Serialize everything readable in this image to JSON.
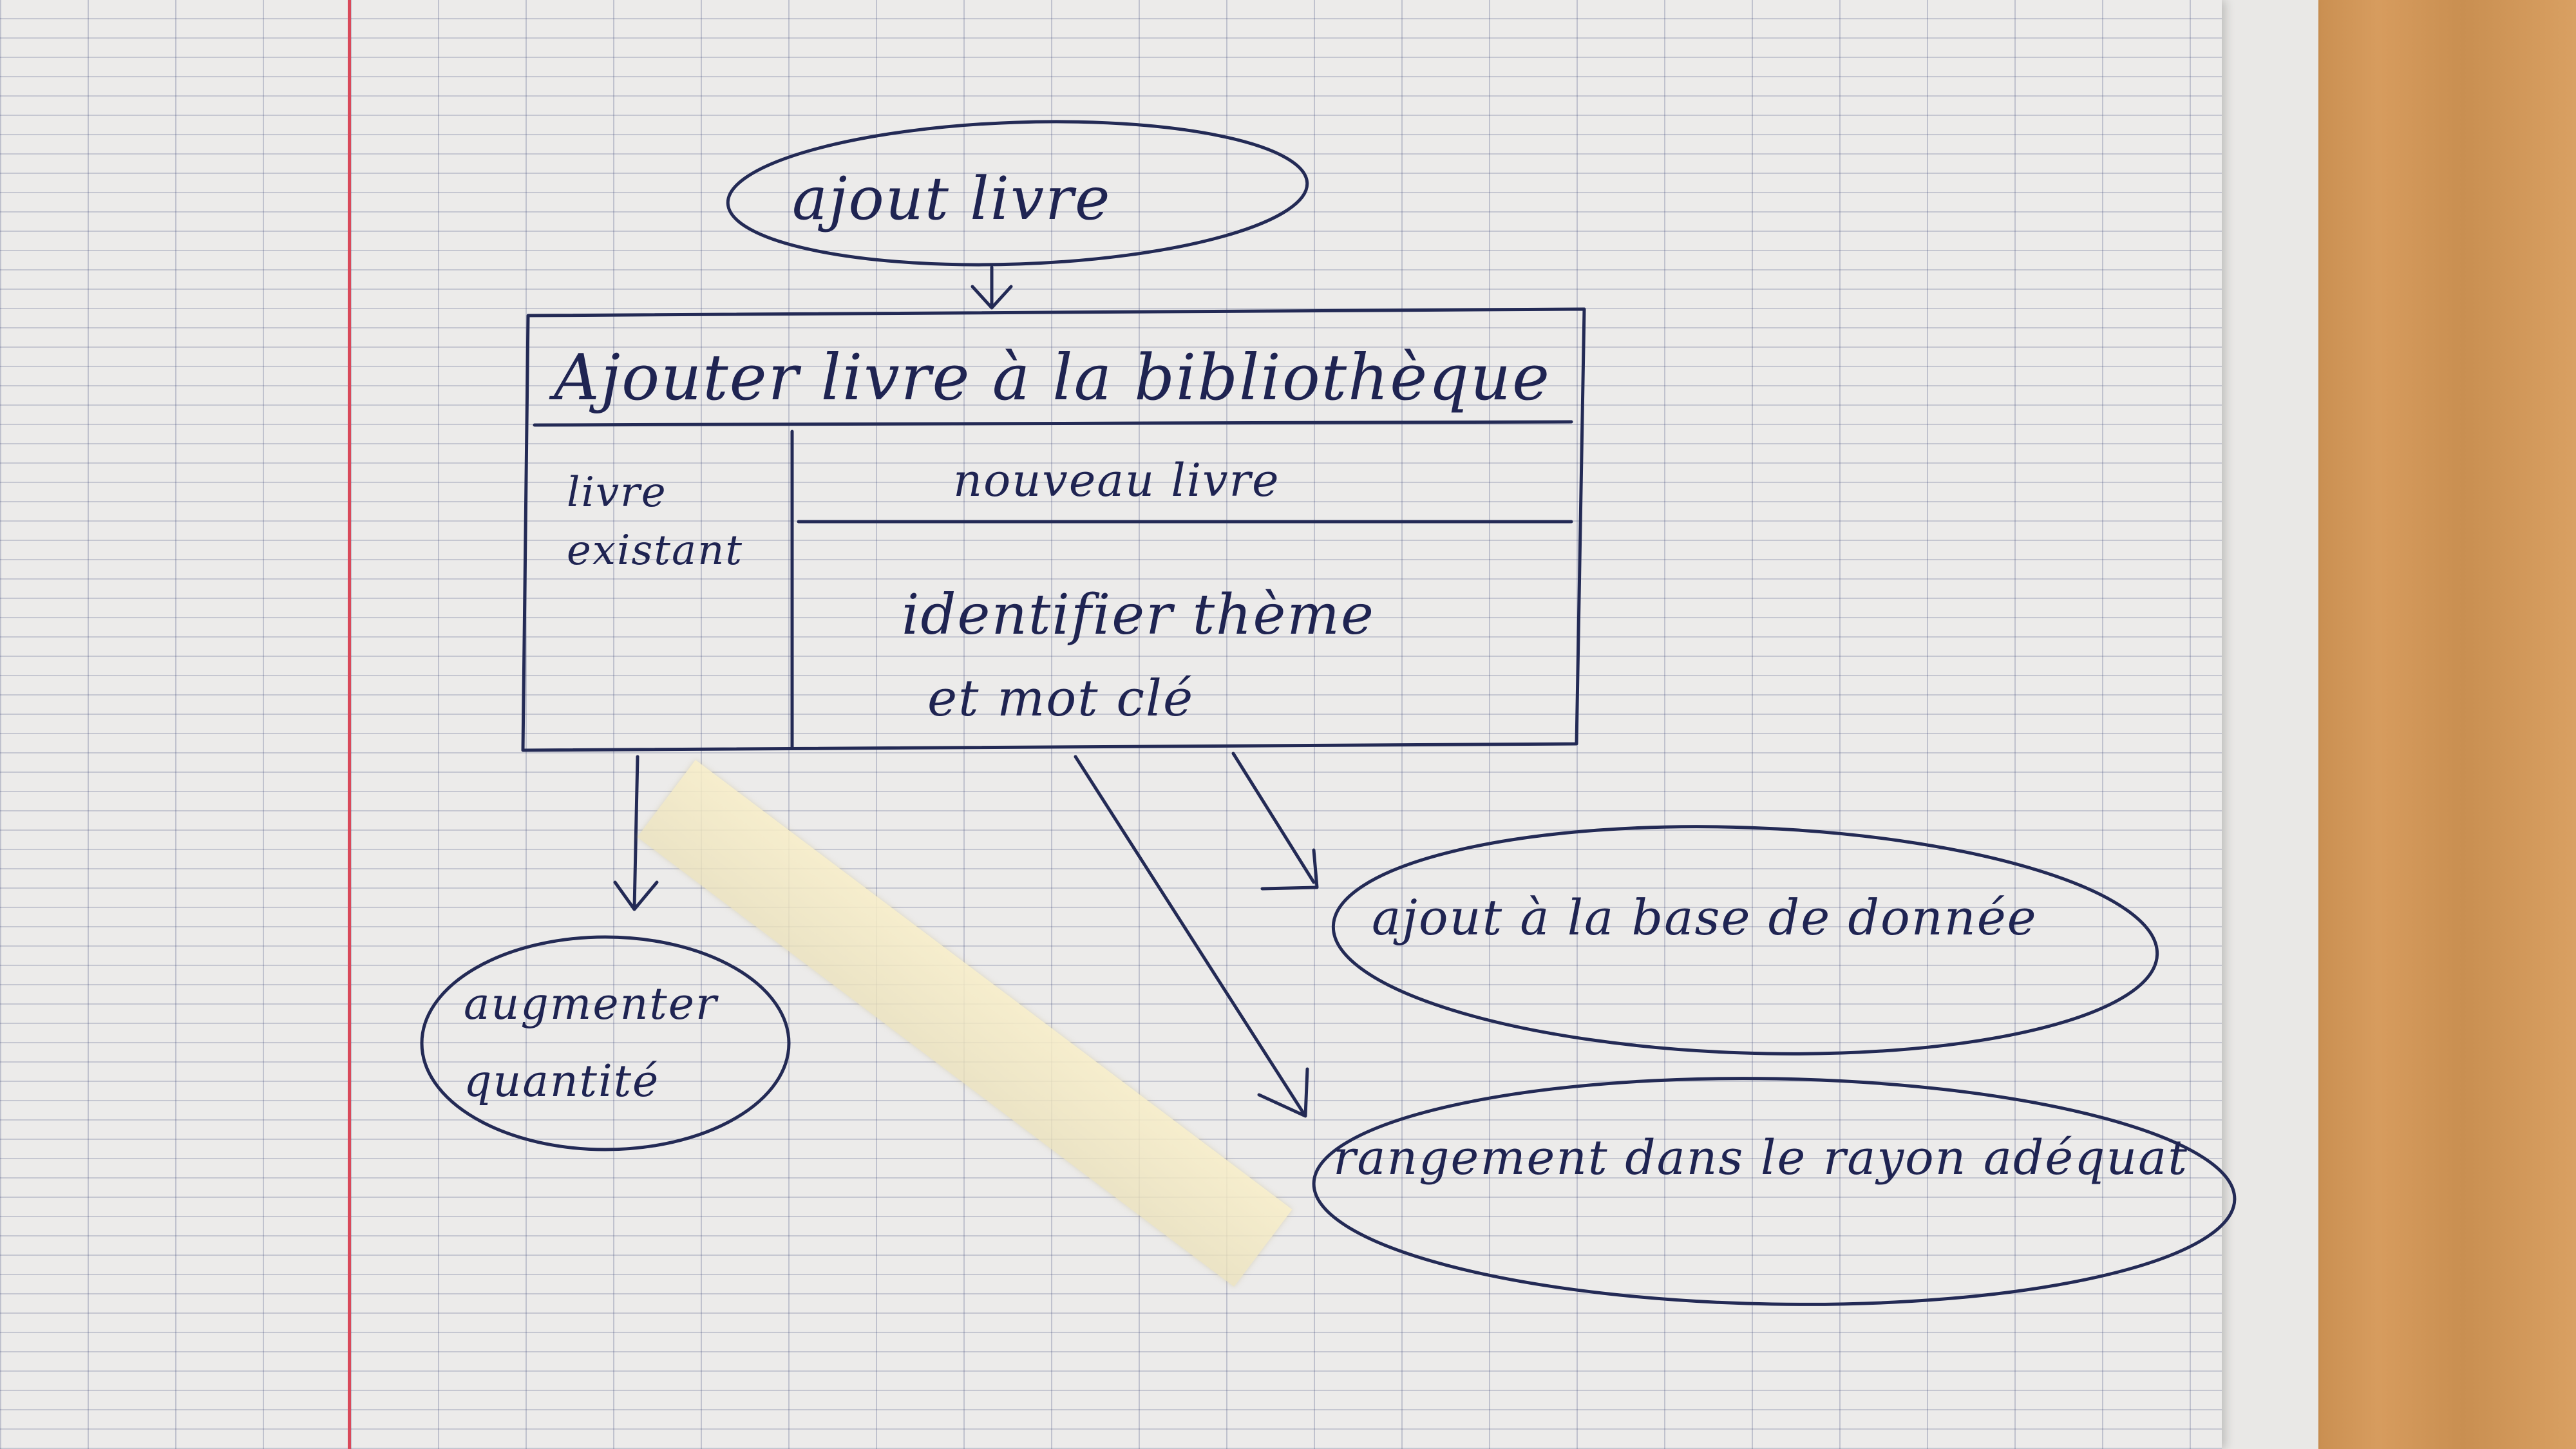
{
  "diagram": {
    "start_node": "ajout livre",
    "main_box_title": "Ajouter livre à la bibliothèque",
    "left_column_label": "livre existant",
    "right_header": "nouveau livre",
    "right_body_line1": "identifier thème",
    "right_body_line2": "et mot clé",
    "left_outcome": "augmenter quantité",
    "db_outcome": "ajout à la base de donnée",
    "shelf_outcome": "rangement dans le rayon adéquat"
  },
  "colors": {
    "ink": "#232a55",
    "paper": "#ecebea",
    "margin_line": "#d9495a",
    "wood": "#cf9555"
  }
}
